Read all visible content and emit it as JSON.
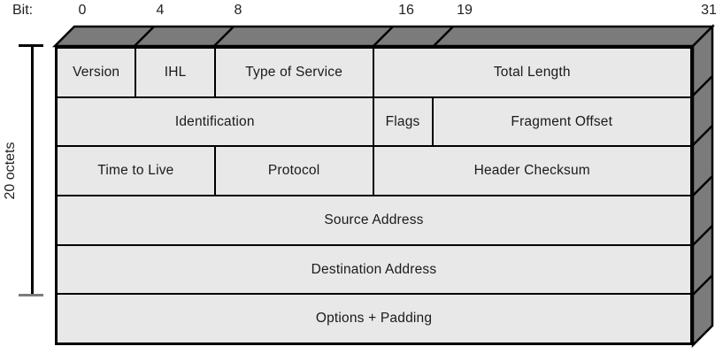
{
  "diagram": {
    "kind": "ipv4-header-layout",
    "bit_scale": {
      "prefix": "Bit:",
      "ticks": [
        "0",
        "4",
        "8",
        "16",
        "19",
        "31"
      ]
    },
    "side_bracket": {
      "label": "20 octets"
    },
    "header_rows": [
      {
        "cells": [
          {
            "label": "Version"
          },
          {
            "label": "IHL"
          },
          {
            "label": "Type of Service"
          },
          {
            "label": "Total Length"
          }
        ]
      },
      {
        "cells": [
          {
            "label": "Identification"
          },
          {
            "label": "Flags"
          },
          {
            "label": "Fragment Offset"
          }
        ]
      },
      {
        "cells": [
          {
            "label": "Time to Live"
          },
          {
            "label": "Protocol"
          },
          {
            "label": "Header Checksum"
          }
        ]
      },
      {
        "cells": [
          {
            "label": "Source Address"
          }
        ]
      },
      {
        "cells": [
          {
            "label": "Destination Address"
          }
        ]
      },
      {
        "cells": [
          {
            "label": "Options + Padding"
          }
        ]
      }
    ],
    "colors": {
      "front_face": "#e8e8e8",
      "side_face": "#7b7b7b",
      "line": "#000000",
      "text": "#1a1a1a",
      "background": "#ffffff"
    }
  }
}
